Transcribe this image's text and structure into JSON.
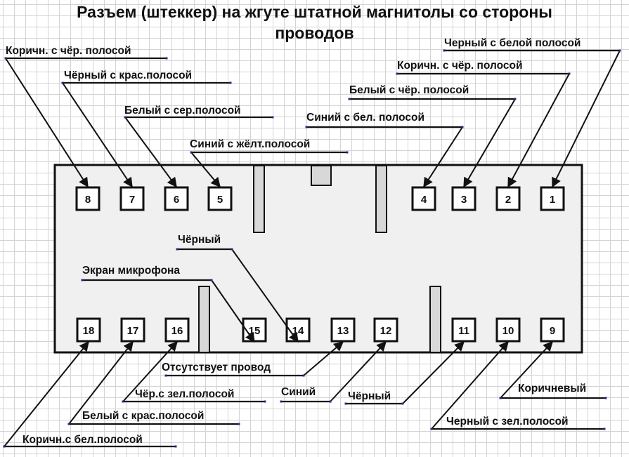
{
  "title": {
    "line1": "Разъем (штеккер) на жгуте штатной магнитолы со стороны",
    "line2": "проводов"
  },
  "colors": {
    "housing_fill": "#f0f0f0",
    "key_fill": "#d8d8d8",
    "line": "#111111",
    "handle": "#2b2b8a"
  },
  "top_row_pins": [
    "8",
    "7",
    "6",
    "5",
    "4",
    "3",
    "2",
    "1"
  ],
  "bottom_row_pins": [
    "18",
    "17",
    "16",
    "15",
    "14",
    "13",
    "12",
    "11",
    "10",
    "9"
  ],
  "pins": [
    {
      "pin": "1",
      "wire": "Черный с белой полосой"
    },
    {
      "pin": "2",
      "wire": "Коричн. с чёр. полосой"
    },
    {
      "pin": "3",
      "wire": "Белый с чёр. полосой"
    },
    {
      "pin": "4",
      "wire": "Синий с бел. полосой"
    },
    {
      "pin": "5",
      "wire": "Синий с жёлт.полосой"
    },
    {
      "pin": "6",
      "wire": "Белый с сер.полосой"
    },
    {
      "pin": "7",
      "wire": "Чёрный с крас.полосой"
    },
    {
      "pin": "8",
      "wire": "Коричн. с чёр. полосой"
    },
    {
      "pin": "9",
      "wire": "Коричневый"
    },
    {
      "pin": "10",
      "wire": "Черный с зел.полосой"
    },
    {
      "pin": "11",
      "wire": "Чёрный"
    },
    {
      "pin": "12",
      "wire": "Синий"
    },
    {
      "pin": "13",
      "wire": "Отсутствует провод"
    },
    {
      "pin": "14",
      "wire": "Чёрный"
    },
    {
      "pin": "15",
      "wire": "Экран микрофона"
    },
    {
      "pin": "16",
      "wire": "Чёр.с зел.полосой"
    },
    {
      "pin": "17",
      "wire": "Белый с крас.полосой"
    },
    {
      "pin": "18",
      "wire": "Коричн.с бел.полосой"
    }
  ]
}
